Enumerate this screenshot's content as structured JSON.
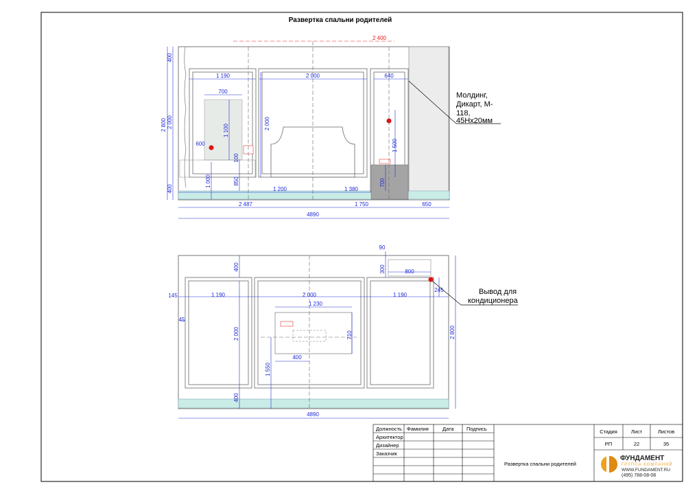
{
  "title": "Развертка спальни родителей",
  "elevation": {
    "dims": {
      "top_red": "2 400",
      "h_total": "2 800",
      "h_inner": "2 000",
      "h_top": "400",
      "h_bottom": "400",
      "w_left_panel": "1 190",
      "w_center_panel": "2 000",
      "w_right_panel": "640",
      "w_light": "700",
      "h_light": "1 100",
      "w_socket": "600",
      "h_socket_offset": "100",
      "h_1000": "1 000",
      "h_850": "850",
      "h_center": "2 000",
      "h_1500": "1 500",
      "h_700": "700",
      "w_1200": "1 200",
      "w_1380": "1 380",
      "w_2487": "2 487",
      "w_1750": "1 750",
      "w_650": "650",
      "w_total": "4890"
    },
    "annotation": {
      "line1": "Молдинг,",
      "line2": "Дикарт, М-",
      "line3": "118,",
      "line4": "45Нх20мм"
    }
  },
  "plan": {
    "dims": {
      "d_90": "90",
      "d_300": "300",
      "d_800": "800",
      "d_400_top": "400",
      "d_145": "145",
      "w_left": "1 190",
      "w_center": "2 000",
      "w_right": "1 190",
      "d_245": "245",
      "d_1230": "1 230",
      "d_45": "45",
      "h_2000": "2 000",
      "d_710": "710",
      "d_400_mid": "400",
      "d_1550": "1 550",
      "h_2800": "2 800",
      "d_400_bottom": "400",
      "w_total": "4890"
    },
    "annotation": {
      "line1": "Вывод для",
      "line2": "кондиционера"
    }
  },
  "title_block": {
    "headers": [
      "Должность",
      "Фамилия",
      "Дата",
      "Подпись"
    ],
    "roles": [
      "Архитектор",
      "Дизайнер",
      "Заказчик"
    ],
    "stage_label": "Стадия",
    "sheet_label": "Лист",
    "sheets_label": "Листов",
    "stage_value": "РП",
    "sheet_value": "22",
    "sheets_value": "35",
    "drawing_name": "Развертка спальни родителей",
    "company_name": "ФУНДАМЕНТ",
    "company_sub": "ГРУППА КОМПАНИЙ",
    "company_url": "WWW.FUNDAMENT.RU",
    "company_phone": "(495) 788-08-08"
  },
  "colors": {
    "dimension": "#1f2ad6",
    "point": "#e01010",
    "floor_strip": "#c9ece6",
    "light_panel": "#e6ebe8",
    "side_wall": "#ececec",
    "dresser": "#a4a4a4",
    "logo_orange": "#f0a01e"
  }
}
